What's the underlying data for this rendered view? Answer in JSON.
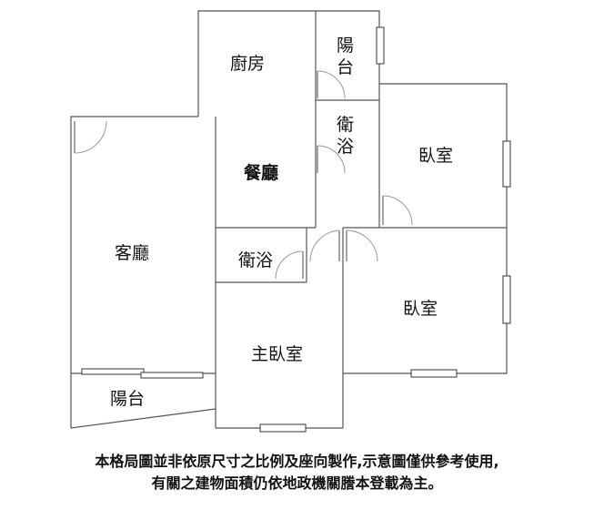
{
  "rooms": {
    "kitchen": "廚房",
    "balcony_top": "陽台",
    "bathroom_top": "衛浴",
    "dining_living": "餐廳",
    "bedroom_right": "臥室",
    "living_room": "客廳",
    "bathroom_mid": "衛浴",
    "bedroom_lower_right": "臥室",
    "master_bedroom": "主臥室",
    "balcony_bottom": "陽台"
  },
  "disclaimer": {
    "line1": "本格局圖並非依原尺寸之比例及座向製作,示意圖僅供參考使用,",
    "line2": "有關之建物面積仍依地政機關謄本登載為主。"
  }
}
